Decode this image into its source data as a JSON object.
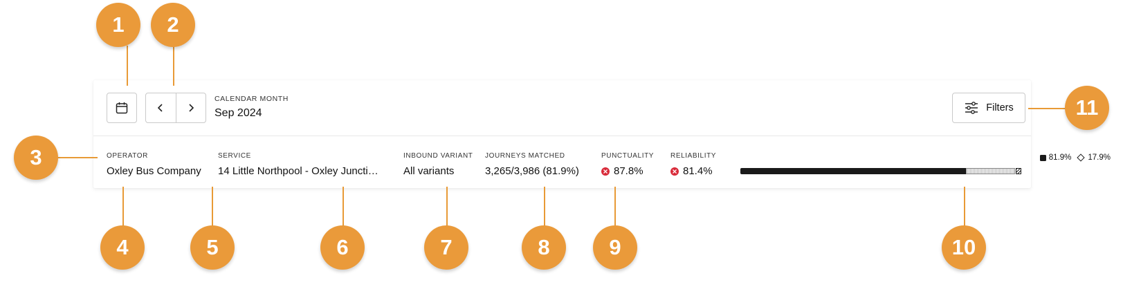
{
  "header": {
    "month_label": "CALENDAR MONTH",
    "month_value": "Sep 2024",
    "filters_label": "Filters",
    "calendar_icon": "calendar-icon",
    "prev_icon": "chevron-left-icon",
    "next_icon": "chevron-right-icon",
    "filters_icon": "sliders-icon"
  },
  "stats": {
    "operator": {
      "label": "OPERATOR",
      "value": "Oxley Bus Company"
    },
    "service": {
      "label": "SERVICE",
      "value": "14 Little Northpool - Oxley Juncti…"
    },
    "inbound_variant": {
      "label": "INBOUND VARIANT",
      "value": "All variants"
    },
    "journeys_matched": {
      "label": "JOURNEYS MATCHED",
      "value": "3,265/3,986 (81.9%)"
    },
    "punctuality": {
      "label": "PUNCTUALITY",
      "value": "87.8%",
      "status_color": "#d92b3a"
    },
    "reliability": {
      "label": "RELIABILITY",
      "value": "81.4%",
      "status_color": "#d92b3a"
    }
  },
  "match_bar": {
    "matched_label": "81.9%",
    "unmatched_label": "17.9%",
    "matched_fraction": 0.819,
    "unmatched_fraction": 0.179
  },
  "callouts": [
    "1",
    "2",
    "3",
    "4",
    "5",
    "6",
    "7",
    "8",
    "9",
    "10",
    "11"
  ],
  "colors": {
    "accent": "#ea9a3a",
    "error": "#d92b3a",
    "text": "#111111"
  }
}
